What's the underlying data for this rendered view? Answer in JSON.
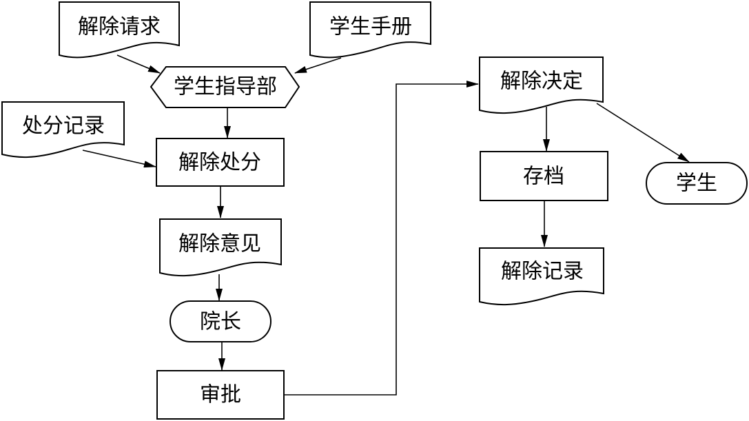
{
  "nodes": {
    "release_request": "解除请求",
    "student_handbook": "学生手册",
    "student_guidance_dept": "学生指导部",
    "punishment_record": "处分记录",
    "release_punishment": "解除处分",
    "release_opinion": "解除意见",
    "dean": "院长",
    "approval": "审批",
    "release_decision": "解除决定",
    "archive": "存档",
    "student": "学生",
    "release_record": "解除记录"
  },
  "shape_types": {
    "release_request": "document",
    "student_handbook": "document",
    "student_guidance_dept": "hexagon",
    "punishment_record": "document",
    "release_punishment": "process",
    "release_opinion": "document",
    "dean": "terminal",
    "approval": "process",
    "release_decision": "document",
    "archive": "process",
    "student": "terminal",
    "release_record": "document"
  },
  "colors": {
    "stroke": "#000000",
    "fill": "#ffffff"
  }
}
